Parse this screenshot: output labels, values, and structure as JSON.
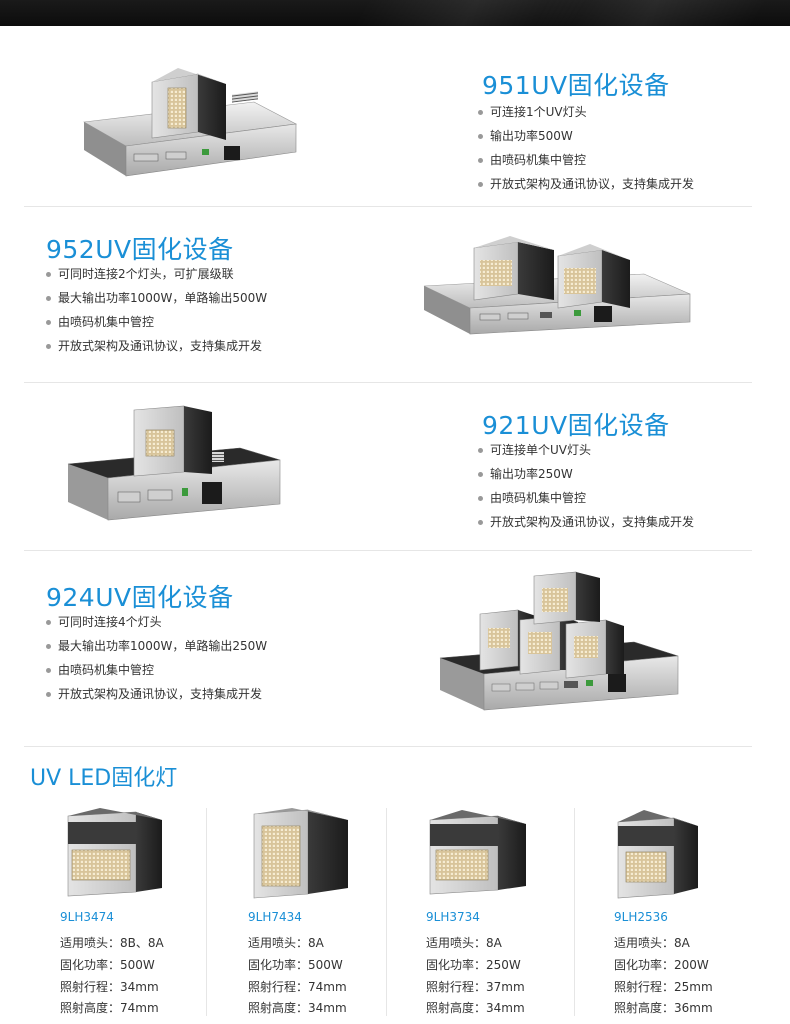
{
  "products": [
    {
      "title": "951UV固化设备",
      "features": [
        "可连接1个UV灯头",
        "输出功率500W",
        "由喷码机集中管控",
        "开放式架构及通讯协议，支持集成开发"
      ]
    },
    {
      "title": "952UV固化设备",
      "features": [
        "可同时连接2个灯头，可扩展级联",
        "最大输出功率1000W，单路输出500W",
        "由喷码机集中管控",
        "开放式架构及通讯协议，支持集成开发"
      ]
    },
    {
      "title": "921UV固化设备",
      "features": [
        "可连接单个UV灯头",
        "输出功率250W",
        "由喷码机集中管控",
        "开放式架构及通讯协议，支持集成开发"
      ]
    },
    {
      "title": "924UV固化设备",
      "features": [
        "可同时连接4个灯头",
        "最大输出功率1000W，单路输出250W",
        "由喷码机集中管控",
        "开放式架构及通讯协议，支持集成开发"
      ]
    }
  ],
  "led_section": {
    "title": "UV LED固化灯",
    "lamps": [
      {
        "model": "9LH3474",
        "specs": [
          "适用喷头：8B、8A",
          "固化功率：500W",
          "照射行程：34mm",
          "照射高度：74mm"
        ]
      },
      {
        "model": "9LH7434",
        "specs": [
          "适用喷头：8A",
          "固化功率：500W",
          "照射行程：74mm",
          "照射高度：34mm"
        ]
      },
      {
        "model": "9LH3734",
        "specs": [
          "适用喷头：8A",
          "固化功率：250W",
          "照射行程：37mm",
          "照射高度：34mm"
        ]
      },
      {
        "model": "9LH2536",
        "specs": [
          "适用喷头：8A",
          "固化功率：200W",
          "照射行程：25mm",
          "照射高度：36mm"
        ]
      }
    ]
  },
  "colors": {
    "accent": "#1a8fd6",
    "text": "#333333",
    "divider": "#e6e6e6",
    "topbar": "#111111"
  }
}
